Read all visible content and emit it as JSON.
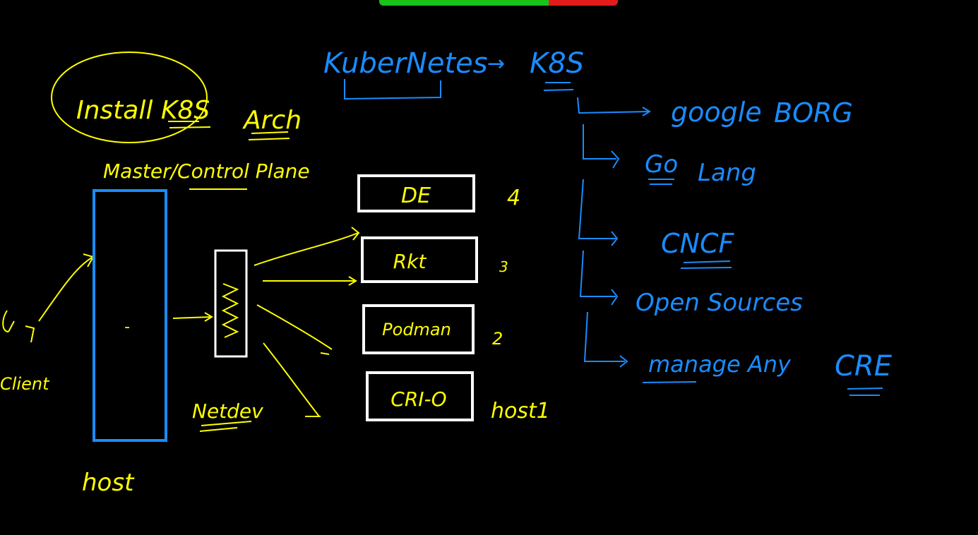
{
  "share_bar": {
    "green_color": "#19c41a",
    "red_color": "#e31b1b"
  },
  "colors": {
    "background": "#000000",
    "yellow_ink": "#ffff00",
    "blue_ink": "#1a8cff",
    "white_ink": "#ffffff"
  },
  "left_notes": {
    "install_k8s": "Install K8S",
    "arch": "Arch",
    "master_control_plane": "Master/Control Plane",
    "client": "Client",
    "host": "host",
    "master_mark": "-",
    "netdev": "Netdev"
  },
  "runtimes": {
    "items": [
      {
        "label": "DE",
        "count": "4"
      },
      {
        "label": "Rkt",
        "count": "3"
      },
      {
        "label": "Podman",
        "count": "2"
      },
      {
        "label": "CRI-O",
        "count": "host1"
      }
    ]
  },
  "k8s_tree": {
    "title": "KuberNetes",
    "arrow": "→",
    "abbrev": "K8S",
    "branches": [
      {
        "text": "google",
        "extra": "BORG"
      },
      {
        "text": "Go",
        "extra": "Lang"
      },
      {
        "text": "CNCF",
        "extra": ""
      },
      {
        "text": "Open Sources",
        "extra": ""
      },
      {
        "text": "manage Any",
        "extra": "CRE"
      }
    ]
  }
}
